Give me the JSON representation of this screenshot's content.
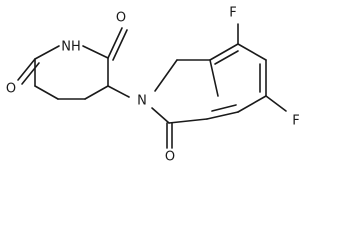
{
  "molecule": {
    "atoms": {
      "o_top": "O",
      "nh": "NH",
      "o_left": "O",
      "n_ring": "N",
      "f_top": "F",
      "f_bottom": "F",
      "o_bottom": "O"
    }
  }
}
